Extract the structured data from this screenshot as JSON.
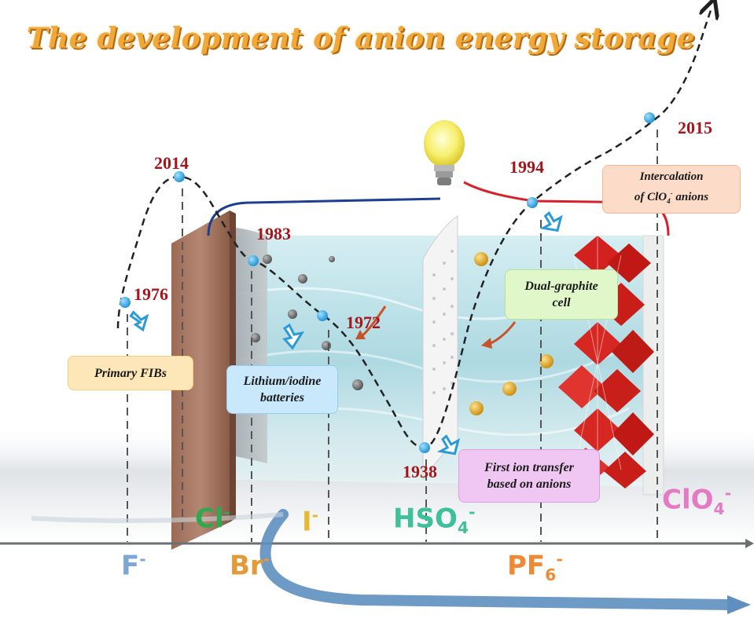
{
  "title": "The development of anion energy storage",
  "years": {
    "y1976": "1976",
    "y2014": "2014",
    "y1983": "1983",
    "y1972": "1972",
    "y1938": "1938",
    "y1994": "1994",
    "y2015": "2015"
  },
  "callouts": {
    "primary_fibs": "Primary FIBs",
    "lithium_iodine_line1": "Lithium/iodine",
    "lithium_iodine_line2": "batteries",
    "dual_graphite_line1": "Dual-graphite",
    "dual_graphite_line2": "cell",
    "first_ion_line1": "First ion transfer",
    "first_ion_line2": "based on anions",
    "intercalation_line1": "Intercalation",
    "intercalation_line2_prefix": "of ClO",
    "intercalation_line2_sub": "4",
    "intercalation_line2_sup": "-",
    "intercalation_line2_suffix": " anions"
  },
  "anions": {
    "f": {
      "base": "F",
      "sup": "-"
    },
    "cl": {
      "base": "Cl",
      "sup": "-"
    },
    "br": {
      "base": "Br",
      "sup": "-"
    },
    "i": {
      "base": "I",
      "sup": "-"
    },
    "hso4": {
      "base": "HSO",
      "sub": "4",
      "sup": "-"
    },
    "pf6": {
      "base": "PF",
      "sub": "6",
      "sup": "-"
    },
    "clo4": {
      "base": "ClO",
      "sub": "4",
      "sup": "-"
    }
  },
  "colors": {
    "title": "#f0a83a",
    "year": "#a3161c",
    "f": "#7ba7d6",
    "cl": "#2fa84f",
    "br": "#e39b3a",
    "i": "#e8b830",
    "hso4": "#3fbf9a",
    "pf6": "#ee8a35",
    "clo4": "#e57ac4",
    "milestone_dot": "#2aa3e0",
    "primary_fibs_bg": "#fde7b8",
    "lithium_iodine_bg": "#c9e8fb",
    "dual_graphite_bg": "#dff7c9",
    "first_ion_bg": "#efc7f2",
    "intercalation_bg": "#fcdcc9"
  }
}
